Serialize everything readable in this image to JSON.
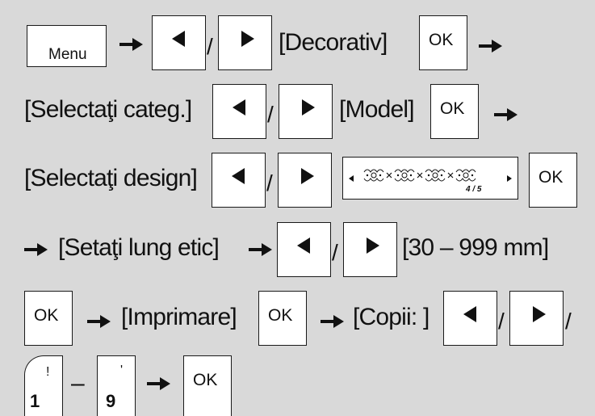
{
  "menu_key": "Menu",
  "ok_key": "OK",
  "slash": "/",
  "dash": "–",
  "row1": {
    "decorativ": "[Decorativ]"
  },
  "row2": {
    "select_categ": "[Selectaţi categ.]",
    "model": "[Model]"
  },
  "row3": {
    "select_design": "[Selectaţi design]",
    "design_page": "4 / 5"
  },
  "row4": {
    "set_length": "[Setaţi lung etic]",
    "range": "[30 – 999 mm]"
  },
  "row5": {
    "print": "[Imprimare]",
    "copies": "[Copii: ]"
  },
  "row6": {
    "key1_main": "1",
    "key1_shift": "!",
    "key9_main": "9",
    "key9_shift": "'"
  },
  "colors": {
    "background": "#d9d9d9",
    "key_fill": "#ffffff",
    "ink": "#111111"
  }
}
